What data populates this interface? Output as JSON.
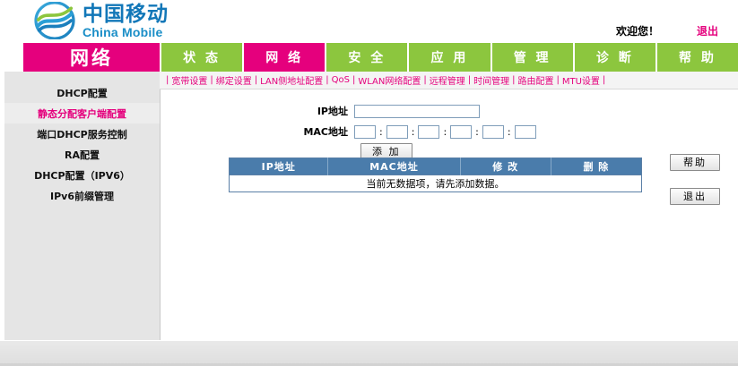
{
  "header": {
    "brand_cn": "中国移动",
    "brand_en": "China Mobile",
    "welcome": "欢迎您！",
    "logout": "退出",
    "logo_icon": "china-mobile-logo",
    "colors": {
      "brand_blue": "#1277b8",
      "brand_green": "#8cc63e",
      "accent_pink": "#e5007d",
      "table_header_blue": "#4a7cab"
    }
  },
  "nav": {
    "section_title": "网络",
    "tabs": [
      {
        "label": "状 态",
        "active": false
      },
      {
        "label": "网 络",
        "active": true
      },
      {
        "label": "安 全",
        "active": false
      },
      {
        "label": "应 用",
        "active": false
      },
      {
        "label": "管 理",
        "active": false
      },
      {
        "label": "诊 断",
        "active": false
      },
      {
        "label": "帮 助",
        "active": false
      }
    ],
    "subnav": [
      "宽带设置",
      "绑定设置",
      "LAN侧地址配置",
      "QoS",
      "WLAN网络配置",
      "远程管理",
      "时间管理",
      "路由配置",
      "MTU设置"
    ]
  },
  "sidebar": {
    "items": [
      {
        "label": "DHCP配置",
        "active": false
      },
      {
        "label": "静态分配客户端配置",
        "active": true
      },
      {
        "label": "端口DHCP服务控制",
        "active": false
      },
      {
        "label": "RA配置",
        "active": false
      },
      {
        "label": "DHCP配置（IPV6）",
        "active": false
      },
      {
        "label": "IPv6前缀管理",
        "active": false
      }
    ]
  },
  "form": {
    "ip_label": "IP地址",
    "ip_value": "",
    "ip_placeholder": "",
    "mac_label": "MAC地址",
    "mac_separator": ":",
    "mac_octets": [
      "",
      "",
      "",
      "",
      "",
      ""
    ],
    "add_button": "添 加"
  },
  "table": {
    "columns": [
      "IP地址",
      "MAC地址",
      "修 改",
      "删 除"
    ],
    "rows": [],
    "empty_message": "当前无数据项，请先添加数据。"
  },
  "side_buttons": {
    "help": "帮助",
    "exit": "退出"
  }
}
